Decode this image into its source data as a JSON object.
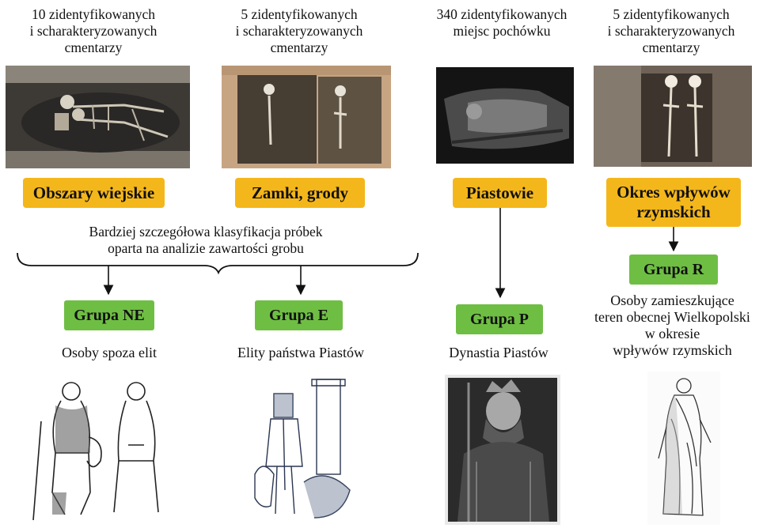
{
  "columns": [
    {
      "caption": "10 zidentyfikowanych\ni scharakteryzowanych\ncmentarzy",
      "category": "Obszary wiejskie"
    },
    {
      "caption": "5 zidentyfikowanych\ni scharakteryzowanych\ncmentarzy",
      "category": "Zamki, grody"
    },
    {
      "caption": "340 zidentyfikowanych\nmiejsc pochówku",
      "category": "Piastowie"
    },
    {
      "caption": "5 zidentyfikowanych\ni scharakteryzowanych\ncmentarzy",
      "category": "Okres wpływów\nrzymskich"
    }
  ],
  "brace_text": "Bardziej szczegółowa klasyfikacja próbek\noparta na analizie zawartości grobu",
  "groups": [
    {
      "label": "Grupa NE",
      "description": "Osoby spoza elit"
    },
    {
      "label": "Grupa E",
      "description": "Elity państwa Piastów"
    },
    {
      "label": "Grupa P",
      "description": "Dynastia Piastów"
    },
    {
      "label": "Grupa R",
      "description": "Osoby zamieszkujące\nteren obecnej Wielkopolski\nw  okresie\nwpływów  rzymskich"
    }
  ],
  "colors": {
    "category_box": "#f4b71b",
    "group_box": "#6fbe44",
    "arrow": "#111111"
  },
  "images": {
    "photos": [
      "excavation-photo-couple-skeletons",
      "excavation-photo-two-graves",
      "sarcophagus-effigy-photo",
      "excavation-photo-two-skeletons"
    ],
    "illustrations": [
      "peasants-drawing",
      "knight-and-tower-drawing",
      "piast-king-portrait",
      "roman-toga-figure-drawing"
    ]
  }
}
